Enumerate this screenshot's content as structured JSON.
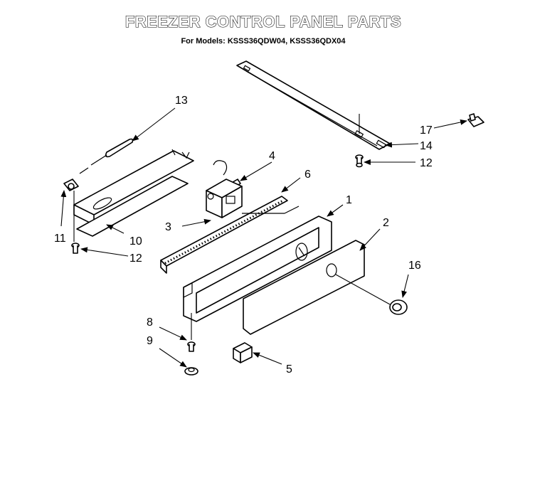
{
  "header": {
    "title": "FREEZER CONTROL PANEL PARTS",
    "subtitle": "For Models: KSSS36QDW04, KSSS36QDX04"
  },
  "callouts": {
    "c1": "1",
    "c2": "2",
    "c3": "3",
    "c4": "4",
    "c5": "5",
    "c6": "6",
    "c8": "8",
    "c9": "9",
    "c10": "10",
    "c11": "11",
    "c12a": "12",
    "c12b": "12",
    "c13": "13",
    "c14": "14",
    "c16": "16",
    "c17": "17"
  }
}
